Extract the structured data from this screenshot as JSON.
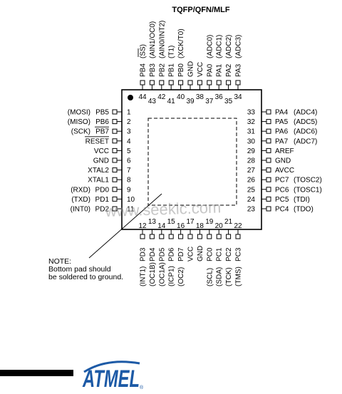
{
  "title": "TQFP/QFN/MLF",
  "top_pins": [
    {
      "num": "44",
      "name": "PB4",
      "alt": "(SS)"
    },
    {
      "num": "43",
      "name": "PB3",
      "alt": "(AIN1/OC0)"
    },
    {
      "num": "42",
      "name": "PB2",
      "alt": "(AIN0/INT2)"
    },
    {
      "num": "41",
      "name": "PB1",
      "alt": "(T1)"
    },
    {
      "num": "40",
      "name": "PB0",
      "alt": "(XCK/T0)"
    },
    {
      "num": "39",
      "name": "GND",
      "alt": ""
    },
    {
      "num": "38",
      "name": "VCC",
      "alt": ""
    },
    {
      "num": "37",
      "name": "PA0",
      "alt": "(ADC0)"
    },
    {
      "num": "36",
      "name": "PA1",
      "alt": "(ADC1)"
    },
    {
      "num": "35",
      "name": "PA2",
      "alt": "(ADC2)"
    },
    {
      "num": "34",
      "name": "PA3",
      "alt": "(ADC3)"
    }
  ],
  "left_pins": [
    {
      "num": "1",
      "name": "PB5",
      "alt": "(MOSI)"
    },
    {
      "num": "2",
      "name": "PB6",
      "alt": "(MISO)"
    },
    {
      "num": "3",
      "name": "PB7",
      "alt": "(SCK)"
    },
    {
      "num": "4",
      "name": "RESET",
      "alt": ""
    },
    {
      "num": "5",
      "name": "VCC",
      "alt": ""
    },
    {
      "num": "6",
      "name": "GND",
      "alt": ""
    },
    {
      "num": "7",
      "name": "XTAL2",
      "alt": ""
    },
    {
      "num": "8",
      "name": "XTAL1",
      "alt": ""
    },
    {
      "num": "9",
      "name": "PD0",
      "alt": "(RXD)"
    },
    {
      "num": "10",
      "name": "PD1",
      "alt": "(TXD)"
    },
    {
      "num": "11",
      "name": "PD2",
      "alt": "(INT0)"
    }
  ],
  "right_pins": [
    {
      "num": "33",
      "name": "PA4",
      "alt": "(ADC4)"
    },
    {
      "num": "32",
      "name": "PA5",
      "alt": "(ADC5)"
    },
    {
      "num": "31",
      "name": "PA6",
      "alt": "(ADC6)"
    },
    {
      "num": "30",
      "name": "PA7",
      "alt": "(ADC7)"
    },
    {
      "num": "29",
      "name": "AREF",
      "alt": ""
    },
    {
      "num": "28",
      "name": "GND",
      "alt": ""
    },
    {
      "num": "27",
      "name": "AVCC",
      "alt": ""
    },
    {
      "num": "26",
      "name": "PC7",
      "alt": "(TOSC2)"
    },
    {
      "num": "25",
      "name": "PC6",
      "alt": "(TOSC1)"
    },
    {
      "num": "24",
      "name": "PC5",
      "alt": "(TDI)"
    },
    {
      "num": "23",
      "name": "PC4",
      "alt": "(TDO)"
    }
  ],
  "bottom_pins": [
    {
      "num": "12",
      "name": "PD3",
      "alt": "(INT1)"
    },
    {
      "num": "13",
      "name": "PD4",
      "alt": "(OC1B)"
    },
    {
      "num": "14",
      "name": "PD5",
      "alt": "(OC1A)"
    },
    {
      "num": "15",
      "name": "PD6",
      "alt": "(ICP1)"
    },
    {
      "num": "16",
      "name": "PD7",
      "alt": "(OC2)"
    },
    {
      "num": "17",
      "name": "VCC",
      "alt": ""
    },
    {
      "num": "18",
      "name": "GND",
      "alt": ""
    },
    {
      "num": "19",
      "name": "PC0",
      "alt": "(SCL)"
    },
    {
      "num": "20",
      "name": "PC1",
      "alt": "(SDA)"
    },
    {
      "num": "21",
      "name": "PC2",
      "alt": "(TCK)"
    },
    {
      "num": "22",
      "name": "PC3",
      "alt": "(TMS)"
    }
  ],
  "note": [
    "NOTE:",
    "Bottom pad should",
    "be soldered to ground."
  ],
  "watermark": "www.seekic.com",
  "logo": "ATMEL",
  "logo_mark": "®",
  "colors": {
    "ink": "#000000",
    "logo": "#1d5aa6",
    "watermark": "#9a9a9a"
  }
}
